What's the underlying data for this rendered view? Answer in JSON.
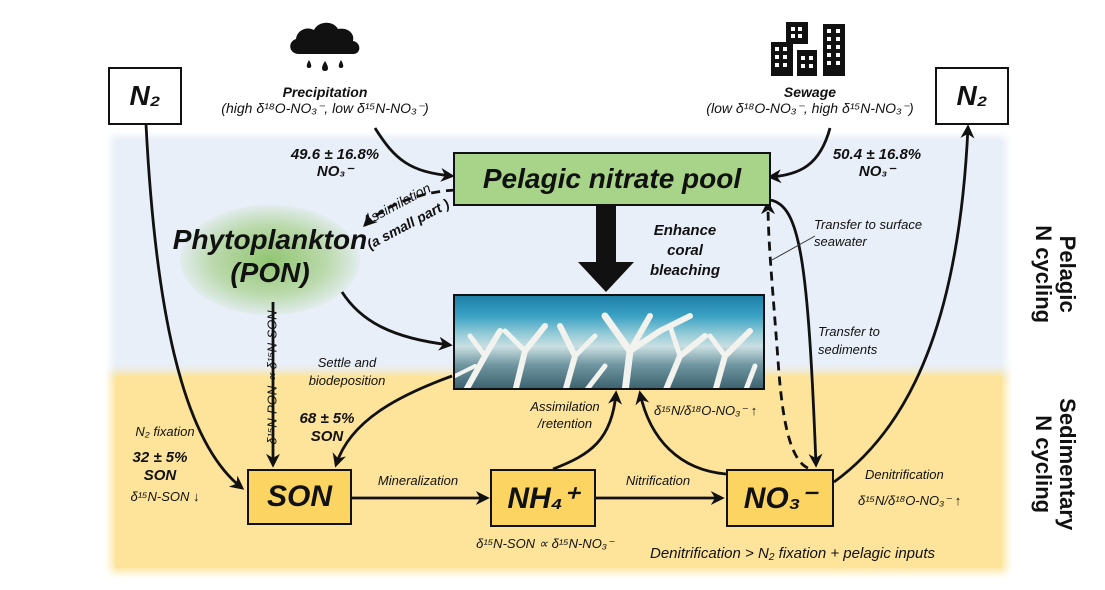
{
  "sources": {
    "precipitation": {
      "icon": "rain-cloud-icon",
      "title": "Precipitation",
      "subtitle": "(high δ¹⁸O-NO₃⁻, low δ¹⁵N-NO₃⁻)",
      "contribution": "49.6 ± 16.8%",
      "contribution_species": "NO₃⁻"
    },
    "sewage": {
      "icon": "city-buildings-icon",
      "title": "Sewage",
      "subtitle": "(low δ¹⁸O-NO₃⁻, high δ¹⁵N-NO₃⁻)",
      "contribution": "50.4 ± 16.8%",
      "contribution_species": "NO₃⁻"
    }
  },
  "nodes": {
    "n2_left": "N₂",
    "n2_right": "N₂",
    "pelagic_pool": "Pelagic nitrate pool",
    "phytoplankton_line1": "Phytoplankton",
    "phytoplankton_line2": "(PON)",
    "son": "SON",
    "nh4": "NH₄⁺",
    "no3": "NO₃⁻"
  },
  "labels": {
    "assimilation_line1": "Assimilation",
    "assimilation_line2": "(a small part )",
    "enhance_line1": "Enhance",
    "enhance_line2": "coral",
    "enhance_line3": "bleaching",
    "transfer_surface_line1": "Transfer to surface",
    "transfer_surface_line2": "seawater",
    "transfer_sediments_line1": "Transfer to",
    "transfer_sediments_line2": "sediments",
    "settle_line1": "Settle and",
    "settle_line2": "biodeposition",
    "settle_value": "68 ± 5%",
    "settle_species": "SON",
    "pon_relation": "δ¹⁵N-PON ∝ δ¹⁵N-SON",
    "n2_fixation": "N₂ fixation",
    "n2_fixation_value": "32 ± 5%",
    "n2_fixation_species": "SON",
    "n2_fixation_isotope": "δ¹⁵N-SON ↓",
    "mineralization": "Mineralization",
    "nitrification": "Nitrification",
    "assim_retention_line1": "Assimilation",
    "assim_retention_line2": "/retention",
    "no3_to_coral_isotope": "δ¹⁵N/δ¹⁸O-NO₃⁻ ↑",
    "denitrification": "Denitrification",
    "denitrification_isotope": "δ¹⁵N/δ¹⁸O-NO₃⁻ ↑",
    "son_no3_relation": "δ¹⁵N-SON ∝ δ¹⁵N-NO₃⁻",
    "balance": "Denitrification > N₂ fixation + pelagic inputs"
  },
  "zones": {
    "pelagic_line1": "Pelagic",
    "pelagic_line2": "N cycling",
    "sedimentary_line1": "Sedimentary",
    "sedimentary_line2": "N cycling"
  },
  "image": {
    "coral": "bleached-coral-photo"
  },
  "colors": {
    "pelagic_bg": "#e8eff8",
    "sediment_bg": "#fde49a",
    "pool_box": "#a8d48a",
    "sediment_box": "#fbd462",
    "phytoplankton_glow": "#82be5a"
  }
}
